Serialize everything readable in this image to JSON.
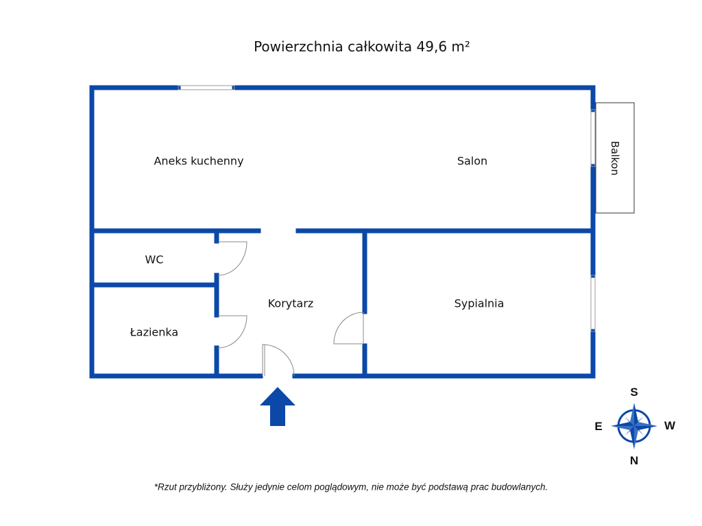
{
  "title": "Powierzchnia całkowita 49,6 m²",
  "rooms": {
    "kitchen": "Aneks kuchenny",
    "living": "Salon",
    "balcony": "Balkon",
    "wc": "WC",
    "bathroom": "Łazienka",
    "hallway": "Korytarz",
    "bedroom": "Sypialnia"
  },
  "compass": {
    "top": "S",
    "left": "E",
    "right": "W",
    "bottom": "N"
  },
  "footnote": "*Rzut przybliżony. Służy jedynie celom poglądowym, nie może być podstawą prac budowlanych.",
  "colors": {
    "wall": "#0b48a8"
  }
}
